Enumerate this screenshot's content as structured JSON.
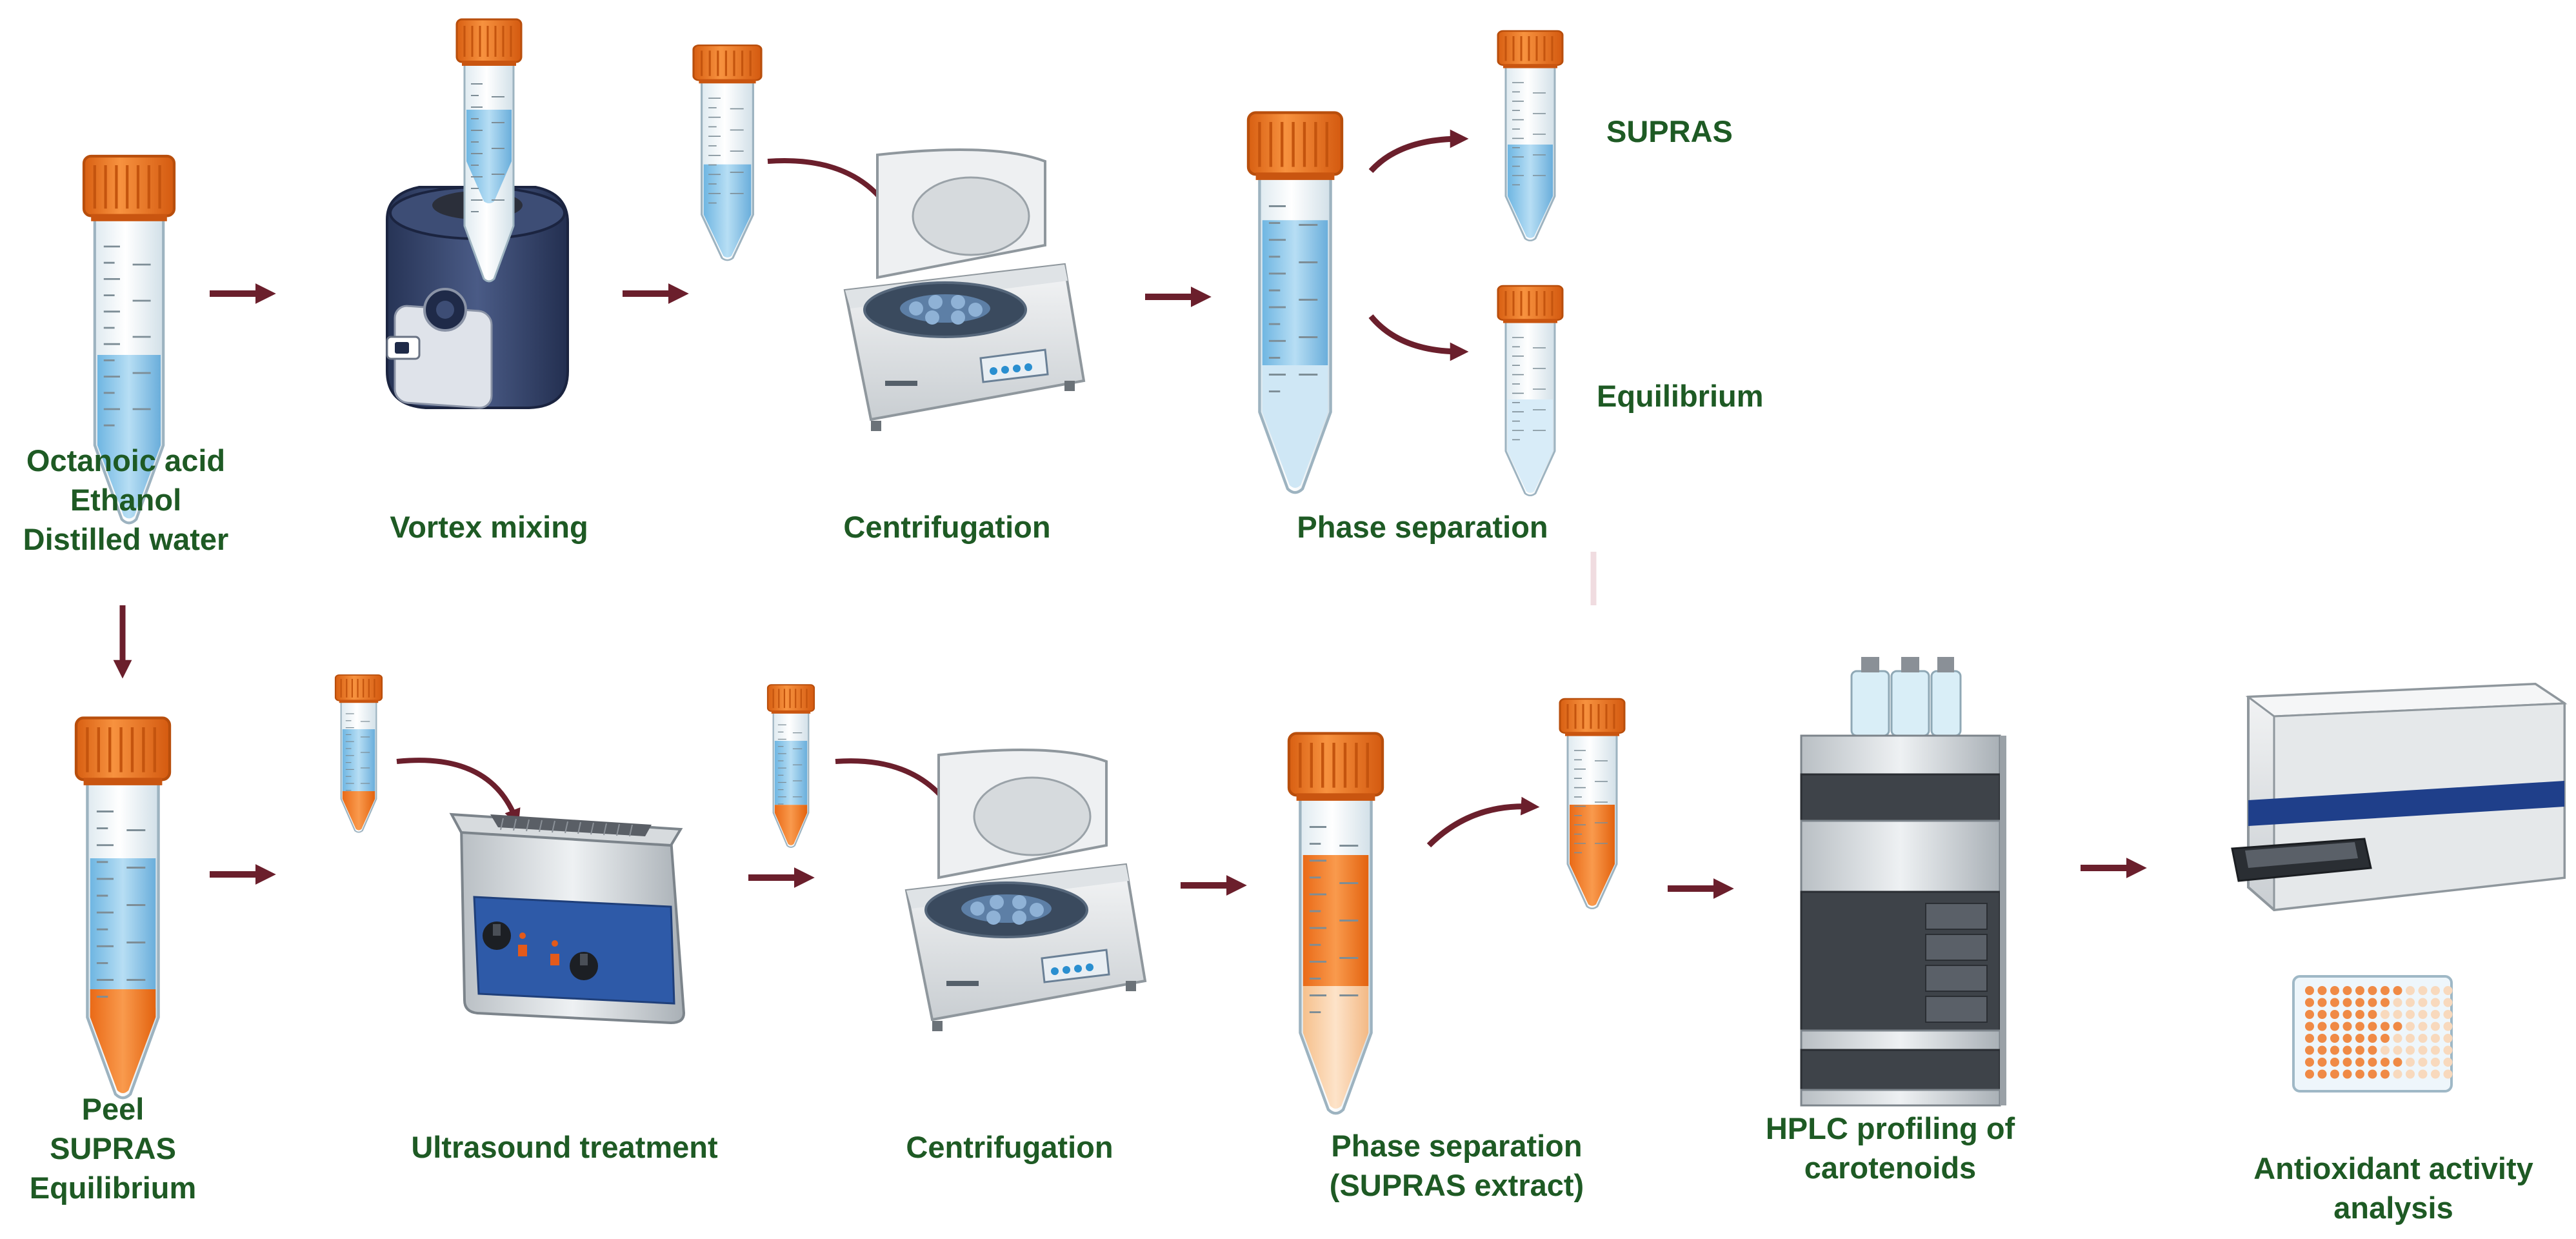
{
  "row1": {
    "step1": {
      "lines": [
        "Octanoic acid",
        "Ethanol",
        "Distilled water"
      ]
    },
    "step2": {
      "label": "Vortex mixing"
    },
    "step3": {
      "label": "Centrifugation"
    },
    "step4": {
      "label": "Phase separation"
    },
    "upper_phase": {
      "label": "SUPRAS"
    },
    "lower_phase": {
      "label": "Equilibrium"
    }
  },
  "row2": {
    "step1": {
      "lines": [
        "Peel",
        "SUPRAS",
        "Equilibrium"
      ]
    },
    "step2": {
      "label": "Ultrasound treatment"
    },
    "step3": {
      "label": "Centrifugation"
    },
    "step4": {
      "lines": [
        "Phase separation",
        "(SUPRAS extract)"
      ]
    },
    "step5": {
      "lines": [
        "HPLC profiling of",
        "carotenoids"
      ]
    },
    "step6": {
      "lines": [
        "Antioxidant activity",
        "analysis"
      ]
    }
  },
  "colors": {
    "label_text": "#1e5a24",
    "arrow": "#6b1f2c",
    "cap": "#f07a24",
    "blue_liquid": "#8ec9ec",
    "orange_liquid": "#f2812e",
    "pale_orange": "#fbd3ad"
  }
}
